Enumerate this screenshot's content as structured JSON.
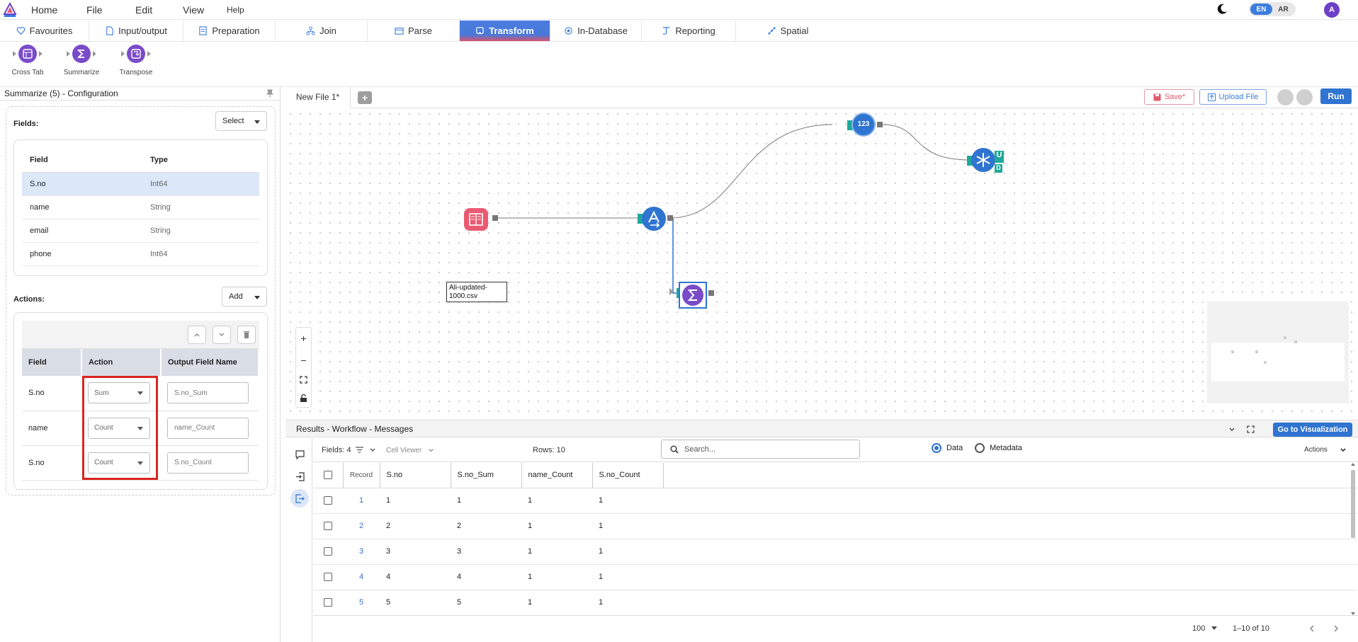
{
  "menu": {
    "items": [
      "Home",
      "File",
      "Edit",
      "View",
      "Help"
    ]
  },
  "language": {
    "options": [
      "EN",
      "AR"
    ],
    "active": "EN"
  },
  "user": {
    "avatar_letter": "A"
  },
  "ribbon": {
    "tabs": [
      {
        "label": "Favourites",
        "icon": "heart-icon"
      },
      {
        "label": "Input/output",
        "icon": "file-icon"
      },
      {
        "label": "Preparation",
        "icon": "doc-icon"
      },
      {
        "label": "Join",
        "icon": "join-icon"
      },
      {
        "label": "Parse",
        "icon": "parse-icon"
      },
      {
        "label": "Transform",
        "icon": "transform-icon",
        "active": true
      },
      {
        "label": "In-Database",
        "icon": "database-icon"
      },
      {
        "label": "Reporting",
        "icon": "report-icon"
      },
      {
        "label": "Spatial",
        "icon": "spatial-icon"
      }
    ],
    "accent": "#4a7ee0"
  },
  "tools": [
    {
      "label": "Cross Tab",
      "icon": "cross-tab-icon"
    },
    {
      "label": "Summarize",
      "icon": "sigma-icon"
    },
    {
      "label": "Transpose",
      "icon": "transpose-icon"
    }
  ],
  "config": {
    "title": "Summarize (5) - Configuration",
    "fields_label": "Fields:",
    "select_label": "Select",
    "fields_header": [
      "Field",
      "Type"
    ],
    "fields": [
      {
        "field": "S.no",
        "type": "Int64",
        "selected": true
      },
      {
        "field": "name",
        "type": "String"
      },
      {
        "field": "email",
        "type": "String"
      },
      {
        "field": "phone",
        "type": "Int64"
      }
    ],
    "actions_label": "Actions:",
    "add_label": "Add",
    "actions_header": [
      "Field",
      "Action",
      "Output Field Name"
    ],
    "actions": [
      {
        "field": "S.no",
        "action": "Sum",
        "output": "S.no_Sum"
      },
      {
        "field": "name",
        "action": "Count",
        "output": "name_Count"
      },
      {
        "field": "S.no",
        "action": "Count",
        "output": "S.no_Count"
      }
    ],
    "highlight_color": "#d9261f"
  },
  "canvas": {
    "file_tab": "New File 1*",
    "add_tab": "+",
    "save_label": "Save*",
    "upload_label": "Upload File",
    "run_label": "Run",
    "zoom_controls": [
      "+",
      "−"
    ],
    "nodes": {
      "input_label": "Ali-updated-1000.csv",
      "formula_text": "123",
      "union_letters": [
        "U",
        "D"
      ]
    }
  },
  "results": {
    "title": "Results - Workflow - Messages",
    "viz_button": "Go to Visualization",
    "fields_count": "Fields: 4",
    "cell_viewer": "Cell Viewer",
    "rows": "Rows: 10",
    "search_placeholder": "Search...",
    "radio_data": "Data",
    "radio_metadata": "Metadata",
    "actions": "Actions",
    "columns": [
      "Record",
      "S.no",
      "S.no_Sum",
      "name_Count",
      "S.no_Count"
    ],
    "data": [
      [
        "1",
        "1",
        "1",
        "1",
        "1"
      ],
      [
        "2",
        "2",
        "2",
        "1",
        "1"
      ],
      [
        "3",
        "3",
        "3",
        "1",
        "1"
      ],
      [
        "4",
        "4",
        "4",
        "1",
        "1"
      ],
      [
        "5",
        "5",
        "5",
        "1",
        "1"
      ]
    ],
    "page_size": "100",
    "range": "1–10 of 10"
  }
}
